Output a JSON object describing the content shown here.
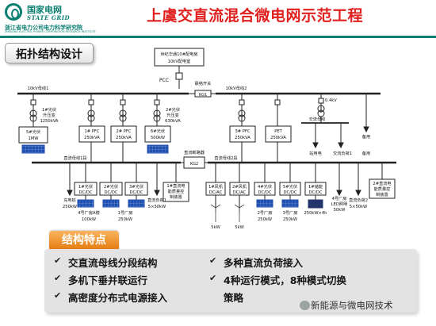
{
  "header": {
    "brand_cn": "国家电网",
    "brand_en": "STATE GRID",
    "org_cn": "浙江省电力公司电力科学研究院",
    "org_en": "ZHEJIANG ELECTRIC POWER CORPORATION RESEARCH INSTITUTE",
    "title": "上虞交直流混合微电网示范工程"
  },
  "section_title": "拓扑结构设计",
  "diagram": {
    "substation_line1": "世纪华通10#配电房",
    "substation_line2": "10kV配电室",
    "pcc": "PCC",
    "tie_switch": "联络开关",
    "kg1": "KG1",
    "bus_10kv_1": "10kV母线1",
    "bus_10kv_2": "10kV母线2",
    "tx_1_line1": "1#光伏",
    "tx_1_line2": "升压变",
    "tx_1_line3": "1250kVA",
    "tx_2_line1": "2#光伏",
    "tx_2_line2": "升压变",
    "tx_2_line3": "630kVA",
    "tx_3_line1": "0.4kV",
    "tx_3_line2": "交流母线",
    "standby_1": "备用",
    "standby_2": "备用",
    "pv5_line1": "5#光伏",
    "pv5_line2": "1MW",
    "pfc1_line1": "1# PFC",
    "pfc1_line2": "250kVA",
    "pfc2_line1": "2# PFC",
    "pfc2_line2": "250kVA",
    "pv6_line1": "6#光伏",
    "pv6_line2": "500kW",
    "pfc3_line1": "3# PFC",
    "pfc3_line2": "250kVA",
    "pet_line1": "PET",
    "pet_line2": "250kVA",
    "kg2_label": "直流断路器",
    "kg2": "KG2",
    "dc_bus_1": "直流母线1段",
    "dc_bus_2": "直流母线2段",
    "office_load": "站用电",
    "ac_load": "交流负荷1",
    "ev_charger_line1": "充电桩",
    "ev_charger_line2": "250kW",
    "dcdc1_line1": "1#光伏",
    "dcdc1_line2": "DC/DC",
    "dcdc2_line1": "2#光伏",
    "dcdc2_line2": "DC/DC",
    "dcdc3_line1": "3#光伏",
    "dcdc3_line2": "DC/DC",
    "storage1_line1": "1#直流电",
    "storage1_line2": "能质量控",
    "storage1_line3": "制装置",
    "pv_4_line1": "4号厂房A楼",
    "pv_4_line2": "100kW",
    "pv_1_line1": "1号厂房",
    "pv_1_line2": "250kW",
    "dc_load_1_line1": "直流负荷1",
    "dc_load_1_line2": "5×50kW",
    "wind1_line1": "1#风机",
    "wind1_line2": "DC/AC",
    "wind2_line1": "2#风机",
    "wind2_line2": "DC/AC",
    "wind1_rating": "5kW",
    "wind2_rating": "5kW",
    "dcdc4_line1": "4#光伏",
    "dcdc4_line2": "DC/DC",
    "dcdc5_line1": "5#光伏",
    "dcdc5_line2": "DC/DC",
    "batt_line1": "1#储能",
    "batt_line2": "DC/DC",
    "pv_2_line1": "2号厂房",
    "pv_2_line2": "250kW",
    "pv_3_line1": "3号厂房",
    "pv_3_line2": "250kW",
    "batt_rating": "250kW×4h",
    "led_line1": "4号厂房",
    "led_line2": "LED照明",
    "led_line3": "50kW",
    "dc_load_2_line1": "直流负荷2",
    "dc_load_2_line2": "5×50kW",
    "storage2_line1": "2#直流电",
    "storage2_line2": "能质量控",
    "storage2_line3": "制装置"
  },
  "features": {
    "tab": "结构特点",
    "left": [
      "交直流母线分段结构",
      "多机下垂并联运行",
      "高密度分布式电源接入"
    ],
    "right_1": "多种直流负荷接入",
    "right_2_line1": "4种运行模式，8种模式切换",
    "right_2_line2": "策略"
  },
  "watermark": "新能源与微电网技术",
  "colors": {
    "brand_green": "#0a7f72",
    "title_red": "#e0201f",
    "tab_orange": "#e57b12",
    "panel_grey": "#e3e3e3"
  }
}
